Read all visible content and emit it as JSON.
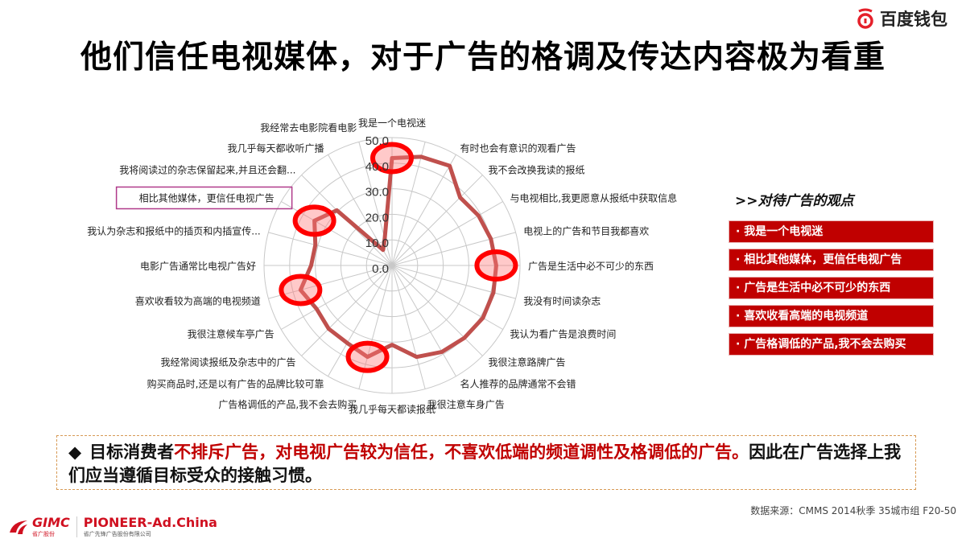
{
  "title": "他们信任电视媒体，对于广告的格调及传达内容极为看重",
  "brand": {
    "name": "百度钱包",
    "color": "#e5202a"
  },
  "chart_data": {
    "type": "radar",
    "categories": [
      "我是一个电视迷",
      "",
      "有时也会有意识的观看广告",
      "我不会改换我读的报纸",
      "与电视相比,我更愿意从报纸中获取信息",
      "电视上的广告和节目我都喜欢",
      "广告是生活中必不可少的东西",
      "我没有时间读杂志",
      "我认为看广告是浪费时间",
      "我很注意路牌广告",
      "名人推荐的品牌通常不会错",
      "我很注意车身广告",
      "我几乎每天都读报纸",
      "广告格调低的产品,我不会去购买",
      "购买商品时,还是以有广告的品牌比较可靠",
      "我经常阅读报纸及杂志中的广告",
      "我很注意候车亭广告",
      "喜欢收看较为高端的电视频道",
      "电影广告通常比电视广告好",
      "我认为杂志和报纸中的插页和内插宣传...",
      "相比其他媒体，更信任电视广告",
      "我将阅读过的杂志保留起来,并且还会翻...",
      "我几乎每天都收听广播",
      "我经常去电影院看电影"
    ],
    "values": [
      42,
      44,
      45,
      37.6,
      39,
      40,
      40.7,
      41,
      41,
      40,
      39,
      37,
      31,
      37,
      35,
      35,
      34,
      37,
      31.6,
      31,
      35,
      30.5,
      7,
      11
    ],
    "rlim": [
      0,
      50
    ],
    "ticks": [
      "0.0",
      "10.0",
      "20.0",
      "30.0",
      "40.0",
      "50.0"
    ],
    "highlighted_categories": [
      0,
      6,
      13,
      17,
      20
    ],
    "boxed_category": 20,
    "line_color": "#c0504d",
    "highlight_color": "#ff0000",
    "grid": true
  },
  "panel": {
    "title": ">>对待广告的观点",
    "items": [
      "我是一个电视迷",
      "相比其他媒体，更信任电视广告",
      "广告是生活中必不可少的东西",
      "喜欢收看高端的电视频道",
      "广告格调低的产品,我不会去购买"
    ],
    "color": "#c00000"
  },
  "summary": {
    "bullet": "◆",
    "part1": "目标消费者",
    "part2": "不排斥广告，对电视广告较为信任，不喜欢低端的频道调性及格调低的广告。",
    "part3": "因此在广告选择上我们应当遵循目标受众的接触习惯。"
  },
  "source": "数据来源：CMMS 2014秋季 35城市组  F20-50",
  "footer": {
    "gimc_name": "GIMC",
    "gimc_sub": "省广股份",
    "pioneer_name": "PIONEER-Ad.China",
    "pioneer_sub": "省广先锋广告股份有限公司"
  }
}
